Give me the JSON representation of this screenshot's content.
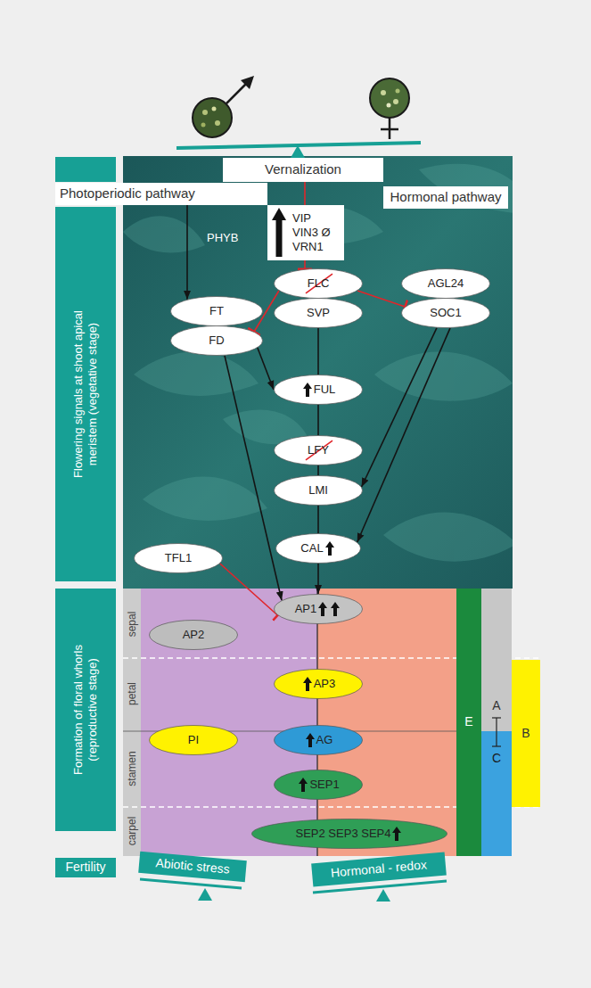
{
  "diagram": {
    "nodes": [
      {
        "text": [
          "Vernalization"
        ]
      },
      {
        "text": [
          "Photoperiodic pathway"
        ]
      },
      {
        "text": [
          "Hormonal pathway"
        ]
      },
      {
        "text": [
          "Flowering signals at shoot apical meristem (vegetative stage)"
        ]
      },
      {
        "text": [
          "VIP",
          "VIN3 Ø",
          "VRN1"
        ]
      },
      {
        "text": [
          "FLC"
        ]
      },
      {
        "text": [
          "FT"
        ]
      },
      {
        "text": [
          "SVP"
        ]
      },
      {
        "text": [
          "AGL24"
        ]
      },
      {
        "text": [
          "FD"
        ]
      },
      {
        "text": [
          "SOC1"
        ]
      },
      {
        "text": [
          "FUL"
        ]
      },
      {
        "text": [
          "LFY"
        ]
      },
      {
        "text": [
          "LMI"
        ]
      },
      {
        "text": [
          "TFL1"
        ]
      },
      {
        "text": [
          "CAL"
        ]
      },
      {
        "text": [
          "Formation of floral whorls (reproductive stage)"
        ]
      },
      {
        "text": [
          "AP1"
        ]
      },
      {
        "text": [
          "AP2"
        ]
      },
      {
        "text": [
          "AP3"
        ]
      },
      {
        "text": [
          "E"
        ]
      },
      {
        "text": [
          "A"
        ]
      },
      {
        "text": [
          "B"
        ]
      },
      {
        "text": [
          "PI"
        ]
      },
      {
        "text": [
          "AG"
        ]
      },
      {
        "text": [
          "C"
        ]
      },
      {
        "text": [
          "SEP1"
        ]
      },
      {
        "text": [
          "SEP2 SEP3 SEP4"
        ]
      },
      {
        "text": [
          "Fertility"
        ]
      },
      {
        "text": [
          "Abiotic stress"
        ]
      },
      {
        "text": [
          "Hormonal - redox"
        ]
      }
    ],
    "edges": [
      {
        "from": 1,
        "to": 6,
        "arrow": "to",
        "label": "PHYB"
      },
      {
        "from": 0,
        "to": 4,
        "arrow": "none"
      },
      {
        "from": 4,
        "to": 5,
        "arrow": "to"
      },
      {
        "from": 5,
        "to": 9,
        "arrow": "to"
      },
      {
        "from": 5,
        "to": 10,
        "arrow": "to"
      },
      {
        "from": 9,
        "to": 11,
        "arrow": "to"
      },
      {
        "from": 9,
        "to": 17,
        "arrow": "to"
      },
      {
        "from": 7,
        "to": 11,
        "arrow": "none"
      },
      {
        "from": 11,
        "to": 12,
        "arrow": "none"
      },
      {
        "from": 12,
        "to": 13,
        "arrow": "none"
      },
      {
        "from": 13,
        "to": 15,
        "arrow": "none"
      },
      {
        "from": 15,
        "to": 17,
        "arrow": "to"
      },
      {
        "from": 10,
        "to": 13,
        "arrow": "to"
      },
      {
        "from": 10,
        "to": 15,
        "arrow": "to"
      },
      {
        "from": 14,
        "to": 17,
        "arrow": "to"
      }
    ],
    "labels": [
      "sepal",
      "petal",
      "stamen",
      "carpel"
    ]
  }
}
